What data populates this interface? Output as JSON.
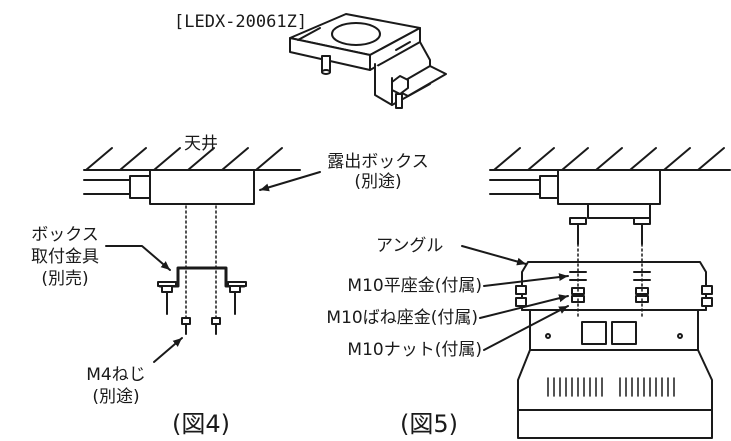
{
  "model_label": "[LEDX-20061Z]",
  "fig4": {
    "ceiling": "天井",
    "exposed_box": [
      "露出ボックス",
      "(別途)"
    ],
    "box_bracket": [
      "ボックス",
      "取付金具",
      "(別売)"
    ],
    "screw": [
      "M4ねじ",
      "(別途)"
    ],
    "caption": "(図4)"
  },
  "fig5": {
    "angle": "アングル",
    "flat_washer": "M10平座金(付属)",
    "spring_washer": "M10ばね座金(付属)",
    "nut": "M10ナット(付属)",
    "caption": "(図5)"
  },
  "colors": {
    "line": "#1a1a1a",
    "background": "#ffffff"
  }
}
